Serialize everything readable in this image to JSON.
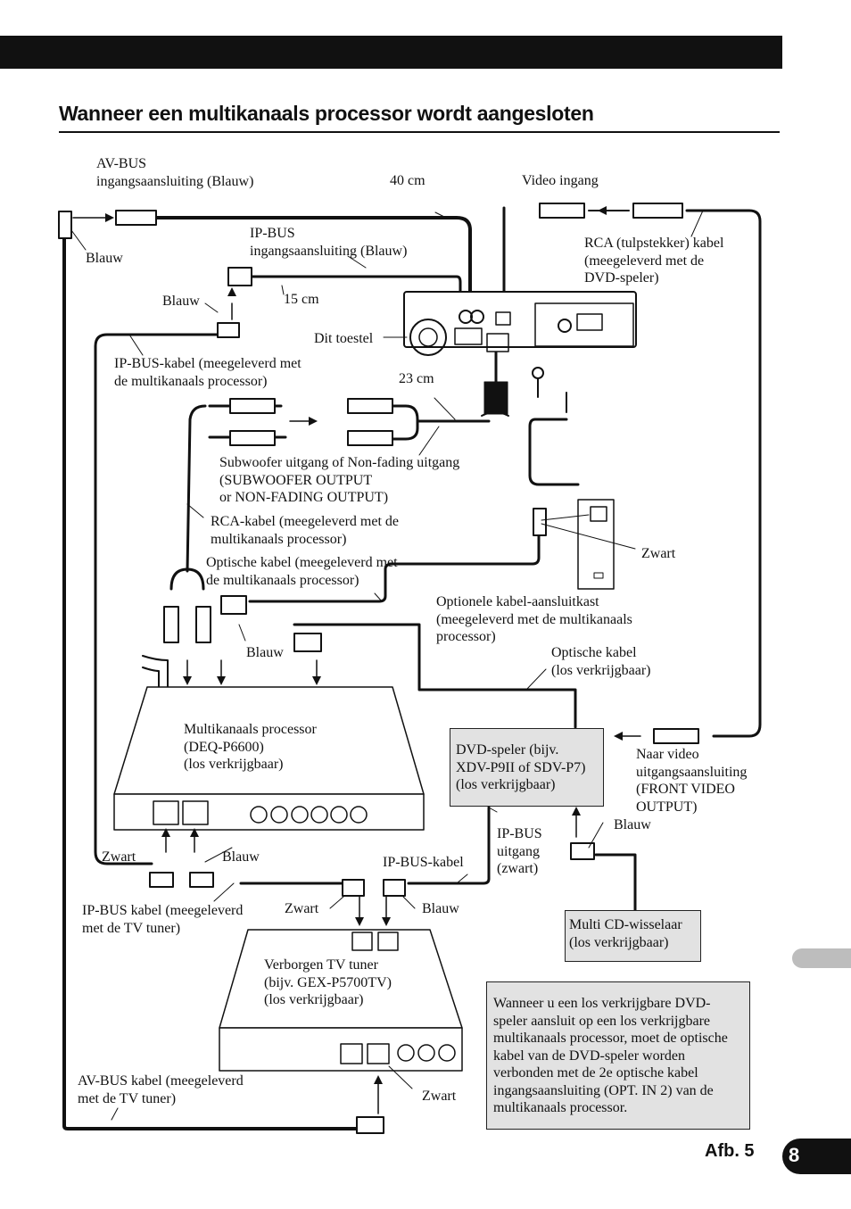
{
  "header": {
    "title": "Wanneer een multikanaals processor wordt aangesloten"
  },
  "labels": {
    "av_bus_input": [
      "AV-BUS",
      "ingangsaansluiting (Blauw)"
    ],
    "len_40": "40 cm",
    "video_ingang": "Video ingang",
    "ip_bus_input": [
      "IP-BUS",
      "ingangsaansluiting (Blauw)"
    ],
    "blauw_1": "Blauw",
    "rca_tulp": [
      "RCA (tulpstekker) kabel",
      "(meegeleverd met de",
      "DVD-speler)"
    ],
    "blauw_2": "Blauw",
    "len_15": "15 cm",
    "dit_toestel": "Dit toestel",
    "ip_bus_kabel_proc": [
      "IP-BUS-kabel (meegeleverd met",
      "de multikanaals processor)"
    ],
    "len_23": "23 cm",
    "subwoofer": [
      "Subwoofer uitgang of Non-fading uitgang",
      "(SUBWOOFER OUTPUT",
      "or NON-FADING OUTPUT)"
    ],
    "rca_kabel_proc": [
      "RCA-kabel (meegeleverd met de",
      "multikanaals processor)"
    ],
    "optische_kabel_proc": [
      "Optische kabel (meegeleverd met",
      "de multikanaals processor)"
    ],
    "zwart_1": "Zwart",
    "optionele_kast": [
      "Optionele kabel-aansluitkast",
      "(meegeleverd met de multikanaals",
      "processor)"
    ],
    "blauw_3": "Blauw",
    "optische_kabel_los": [
      "Optische kabel",
      "(los verkrijgbaar)"
    ],
    "processor": [
      "Multikanaals processor",
      "(DEQ-P6600)",
      "(los verkrijgbaar)"
    ],
    "dvd_speler": [
      "DVD-speler (bijv.",
      "XDV-P9II of SDV-P7)",
      "(los verkrijgbaar)"
    ],
    "naar_video": [
      "Naar video",
      "uitgangsaansluiting",
      "(FRONT VIDEO",
      "OUTPUT)"
    ],
    "blauw_4": "Blauw",
    "ip_bus_uitgang": [
      "IP-BUS",
      "uitgang",
      "(zwart)"
    ],
    "zwart_2": "Zwart",
    "blauw_5": "Blauw",
    "ip_bus_kabel": "IP-BUS-kabel",
    "ip_bus_kabel_tv": [
      "IP-BUS kabel (meegeleverd",
      "met de TV tuner)"
    ],
    "zwart_3": "Zwart",
    "blauw_6": "Blauw",
    "multi_cd": [
      "Multi CD-wisselaar",
      "(los verkrijgbaar)"
    ],
    "tv_tuner": [
      "Verborgen TV tuner",
      "(bijv. GEX-P5700TV)",
      "(los verkrijgbaar)"
    ],
    "av_bus_kabel_tv": [
      "AV-BUS kabel (meegeleverd",
      "met de TV tuner)"
    ],
    "zwart_4": "Zwart"
  },
  "note": "Wanneer u een los verkrijgbare DVD-speler aansluit op een los verkrijgbare multikanaals processor, moet de optische kabel van de DVD-speler worden verbonden met de 2e optische kabel ingangsaansluiting (OPT. IN 2) van de multikanaals processor.",
  "figure_label": "Afb. 5",
  "page_number": "8"
}
